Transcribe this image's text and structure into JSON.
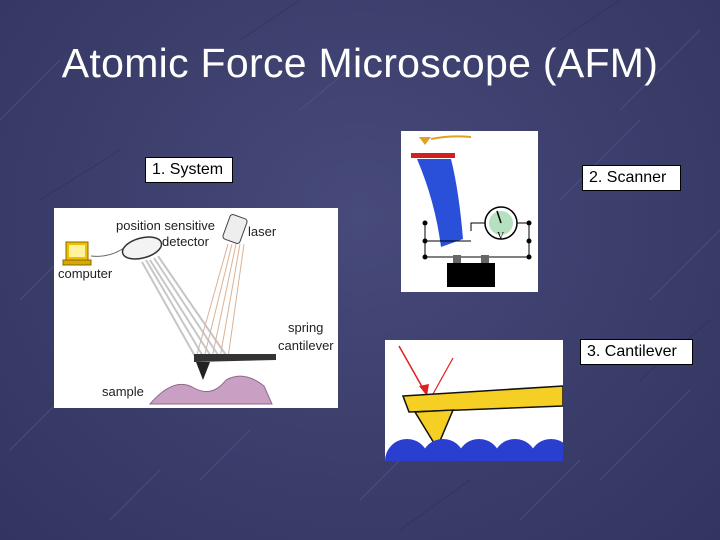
{
  "slide": {
    "title": "Atomic Force Microscope (AFM)",
    "colors": {
      "background": "#3c3e6c",
      "title_text": "#ffffff"
    }
  },
  "labels": {
    "system": "1. System",
    "scanner": "2. Scanner",
    "cantilever": "3. Cantilever"
  },
  "system_diagram": {
    "position_sensitive_detector": [
      "position sensitive",
      "detector"
    ],
    "laser": "laser",
    "computer": "computer",
    "spring_cantilever": [
      "spring",
      "cantilever"
    ],
    "sample": "sample"
  },
  "scanner_diagram": {
    "meter_symbol": "V"
  }
}
